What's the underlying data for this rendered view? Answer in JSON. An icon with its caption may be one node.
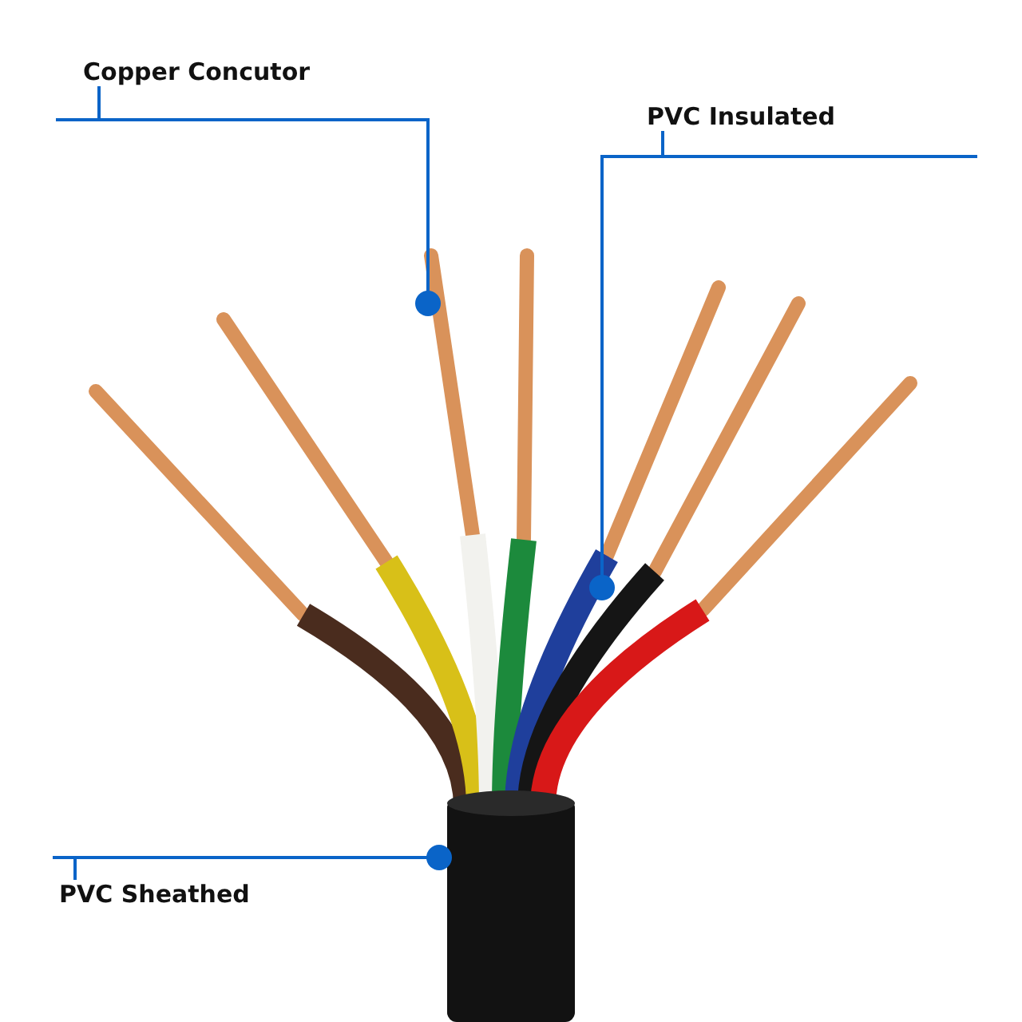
{
  "diagram": {
    "nodes": [
      {
        "text": [
          "Copper Concutor"
        ]
      },
      {
        "text": [
          "PVC Insulated"
        ]
      },
      {
        "text": [
          "PVC Sheathed"
        ]
      }
    ],
    "edges": [
      {
        "from": 0,
        "to": null,
        "arrow": "other"
      },
      {
        "from": 1,
        "to": null,
        "arrow": "other"
      },
      {
        "from": 2,
        "to": null,
        "arrow": "other"
      }
    ]
  }
}
